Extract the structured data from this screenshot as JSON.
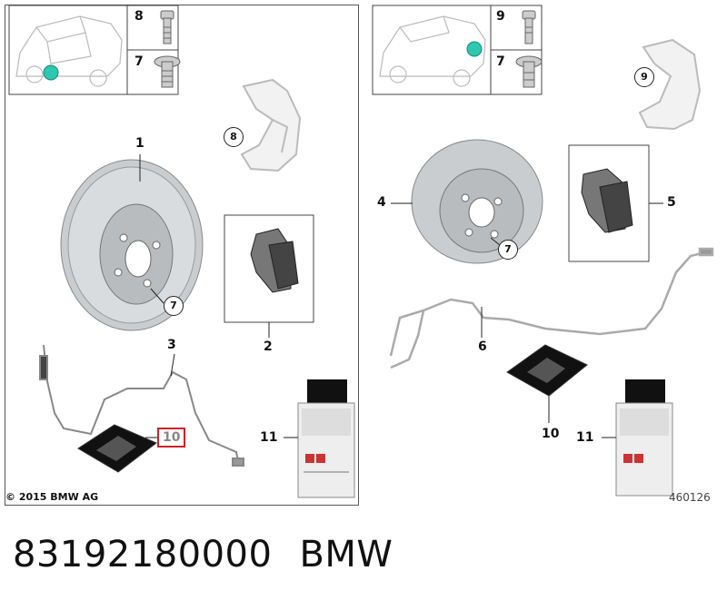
{
  "left_panel": {
    "callouts": {
      "screw_a": "8",
      "screw_b": "7",
      "disc": "1",
      "caliper": "8",
      "pads": "2",
      "disc_screw": "7",
      "sensor": "3",
      "pouch": "10",
      "spray": "11"
    },
    "copyright": "© 2015 BMW AG"
  },
  "right_panel": {
    "callouts": {
      "screw_a": "9",
      "screw_b": "7",
      "caliper": "9",
      "disc": "4",
      "disc_screw": "7",
      "pads": "5",
      "sensor": "6",
      "pouch": "10",
      "spray": "11"
    },
    "diagram_number": "460126"
  },
  "footer": {
    "part_number": "83192180000",
    "brand": "BMW"
  },
  "colors": {
    "highlight": "#d0202a",
    "marker": "#2ec7b0"
  }
}
